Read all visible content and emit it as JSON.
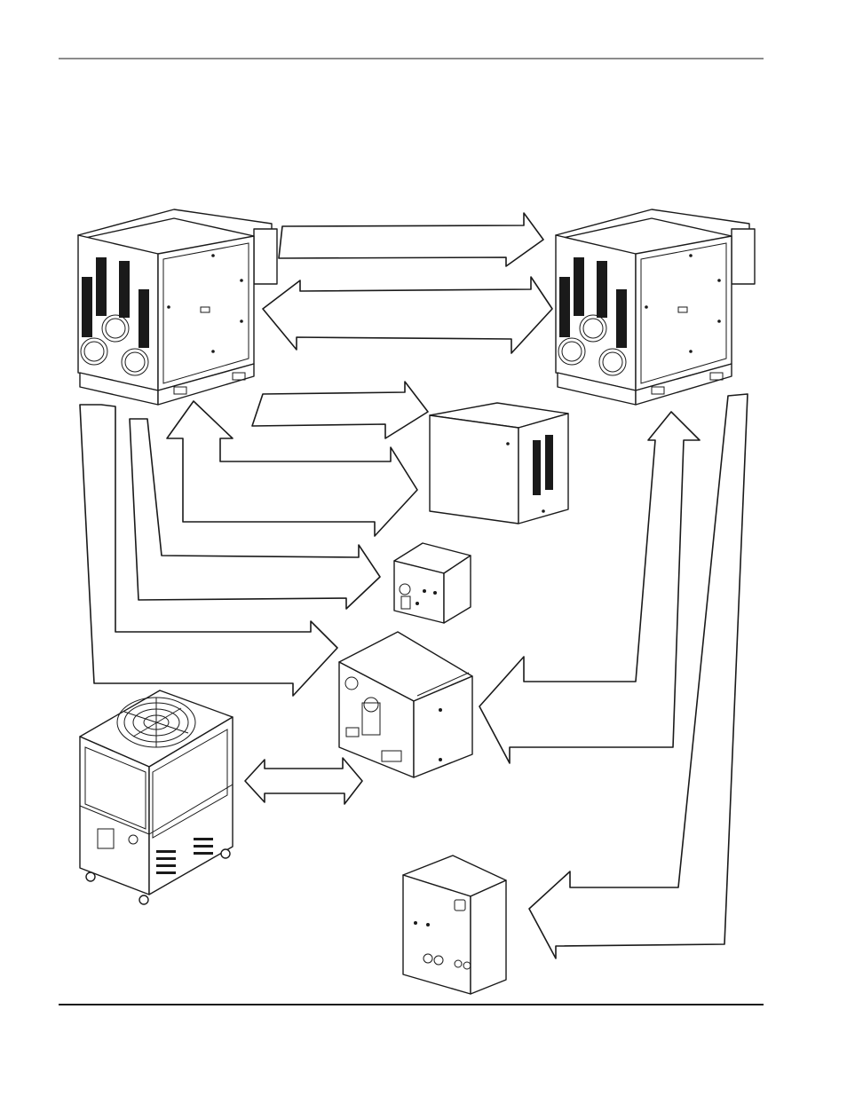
{
  "page": {
    "background": "#ffffff",
    "line_color": "#1a1a1a"
  },
  "diagram": {
    "nodes": [
      {
        "id": "power-supply-1",
        "icon": "power-supply-cabinet-icon"
      },
      {
        "id": "power-supply-2",
        "icon": "power-supply-cabinet-icon"
      },
      {
        "id": "transformer-box",
        "icon": "enclosure-box-icon"
      },
      {
        "id": "small-control-box",
        "icon": "control-box-icon"
      },
      {
        "id": "gas-control-box",
        "icon": "gas-console-icon"
      },
      {
        "id": "chiller",
        "icon": "chiller-unit-icon"
      },
      {
        "id": "torch-connection-box",
        "icon": "connection-box-icon"
      }
    ],
    "edges": [
      {
        "from": "power-supply-1",
        "to": "power-supply-2",
        "direction": "forward"
      },
      {
        "from": "power-supply-1",
        "to": "power-supply-2",
        "direction": "both"
      },
      {
        "from": "power-supply-1",
        "to": "transformer-box",
        "direction": "forward"
      },
      {
        "from": "transformer-box",
        "to": "power-supply-1",
        "direction": "both"
      },
      {
        "from": "power-supply-1",
        "to": "small-control-box",
        "direction": "forward"
      },
      {
        "from": "power-supply-1",
        "to": "small-control-box",
        "direction": "forward"
      },
      {
        "from": "power-supply-1",
        "to": "gas-control-box",
        "direction": "forward"
      },
      {
        "from": "power-supply-1",
        "to": "gas-control-box",
        "direction": "forward"
      },
      {
        "from": "power-supply-2",
        "to": "gas-control-box",
        "direction": "both"
      },
      {
        "from": "power-supply-2",
        "to": "torch-connection-box",
        "direction": "both"
      },
      {
        "from": "chiller",
        "to": "gas-control-box",
        "direction": "both"
      }
    ]
  }
}
